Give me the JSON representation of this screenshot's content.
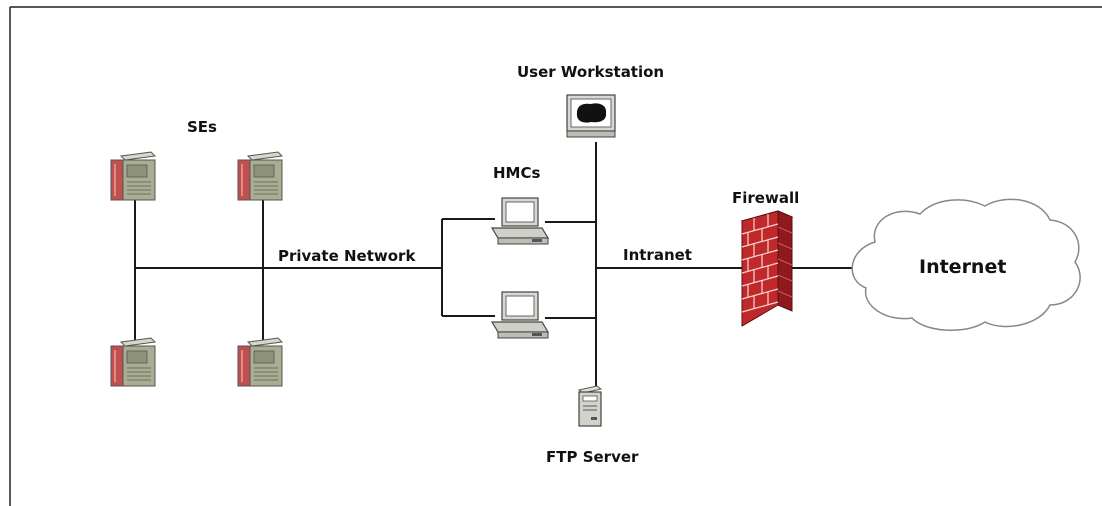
{
  "diagram": {
    "labels": {
      "ses": "SEs",
      "private_network": "Private Network",
      "hmcs": "HMCs",
      "user_workstation": "User Workstation",
      "intranet": "Intranet",
      "firewall": "Firewall",
      "internet": "Internet",
      "ftp_server": "FTP Server"
    },
    "nodes": [
      {
        "id": "se-1",
        "type": "server-tower-icon"
      },
      {
        "id": "se-2",
        "type": "server-tower-icon"
      },
      {
        "id": "se-3",
        "type": "server-tower-icon"
      },
      {
        "id": "se-4",
        "type": "server-tower-icon"
      },
      {
        "id": "hmc-1",
        "type": "desktop-computer-icon"
      },
      {
        "id": "hmc-2",
        "type": "desktop-computer-icon"
      },
      {
        "id": "user-workstation",
        "type": "monitor-icon"
      },
      {
        "id": "ftp-server",
        "type": "tower-pc-icon"
      },
      {
        "id": "firewall",
        "type": "brick-wall-icon"
      },
      {
        "id": "internet",
        "type": "cloud-icon"
      }
    ],
    "colors": {
      "line": "#1a1a1a",
      "server_body": "#a9ad92",
      "server_accent": "#c0504d",
      "firewall": "#c0282a",
      "cloud_stroke": "#888888"
    }
  }
}
